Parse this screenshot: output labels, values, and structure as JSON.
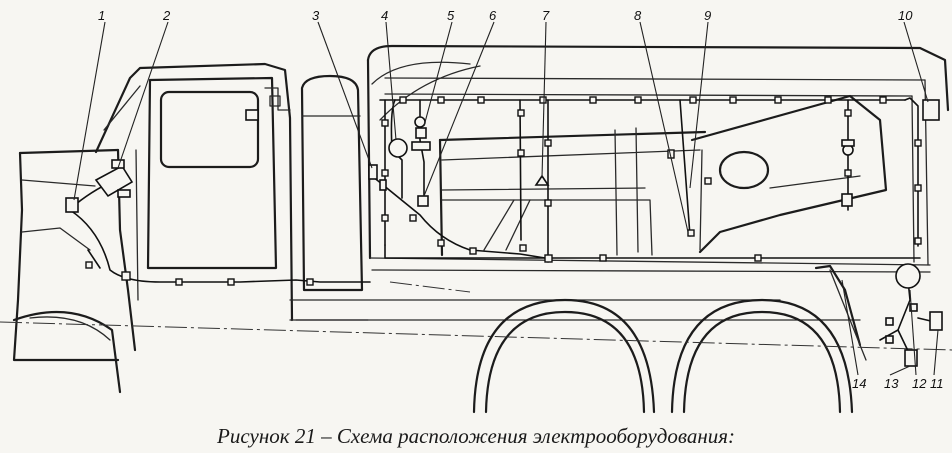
{
  "caption": "Рисунок 21 – Схема расположения электрооборудования:",
  "callouts": [
    "1",
    "2",
    "3",
    "4",
    "5",
    "6",
    "7",
    "8",
    "9",
    "10",
    "11",
    "12",
    "13",
    "14"
  ]
}
